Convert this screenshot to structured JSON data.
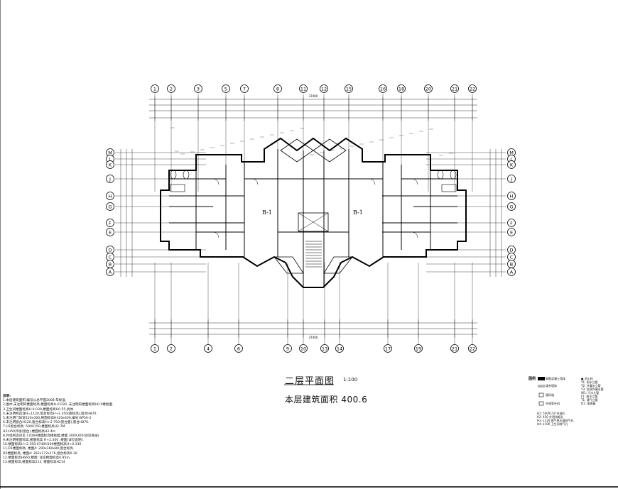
{
  "plan": {
    "title": "二层平面图",
    "scale": "1:100",
    "area_label": "本层建筑面积",
    "area_value": "400.6",
    "top_axes": [
      "1",
      "2",
      "3",
      "5",
      "7",
      "8",
      "11",
      "12",
      "15",
      "16",
      "18",
      "20",
      "21",
      "22"
    ],
    "bottom_axes": [
      "1",
      "2",
      "4",
      "6",
      "9",
      "10",
      "13",
      "14",
      "17",
      "19",
      "21",
      "22"
    ],
    "side_axes": [
      "M",
      "L",
      "K",
      "J",
      "H",
      "G",
      "F",
      "E",
      "D",
      "C",
      "B",
      "A"
    ],
    "top_overall_dim": "37400",
    "bottom_overall_dim": "37400",
    "room_label": "B-1"
  },
  "notes": {
    "heading": "说明:",
    "lines": [
      "1.本层建筑面积,编号以总平面2008 年标准.",
      "2.图中,未注明的楼面标高,楼面标高H-0.030, 未注明的楼面标高H0.5楼板面.",
      "3.卫生间楼面标高H-0.030,楼面标高H0.55,具体.",
      "4.未注明构造详H=1120,窗台标高H+2.350(底标高),窗台H870.",
      "5.未注明门垛宽120x300,楼面标高H420x400,编号:BP5A-2",
      "6.未注明窗台H120,窗台标高H+2.750(窗台面),窗台H870.",
      "7.H1窗台标高: 500X150,楼面标高H2.7M",
      "  H2:H50外墙(窗台),楼面标高H2.4m",
      "8.外墙构造详见 1109H楼面标高楼板面,楼面 300X300(详见各层)",
      "9.未注明楼面标高,楼面标高 H+2.300 ,楼面(详见说明).",
      "10.楼面标高H+2.350,0740H100楼面标高H+0.130",
      "11.D1楼面标高, 楼面d: 290x360x80,窗台标高.",
      "   D2楼面标高, 楼面d: 282x172x176,窗台标高0.30.",
      "12.楼面标高H660,楼面: 详见楼面标高0.95m.",
      "13.楼面标高,楼面标高213, 楼面标高H214"
    ]
  },
  "legend": {
    "title": "图例",
    "items": [
      "钢筋混凝土墙体",
      "填充墙体",
      "通风道",
      "空调室外机",
      "H1: 500X150 空调孔",
      "H2: 450 外墙排烟孔",
      "H3: ¢120 燃气热水器排气孔",
      "H4: ¢100 卫生间排气孔"
    ],
    "right_items": [
      "● 消火栓",
      "Y1: 雨水立管",
      "Y2: 冷凝水立管",
      "Y3: 空调冷凝水管",
      "W1: 污水立管",
      "F1: 废水立管",
      "T1: 通气立管",
      "D1: 电表箱"
    ]
  }
}
